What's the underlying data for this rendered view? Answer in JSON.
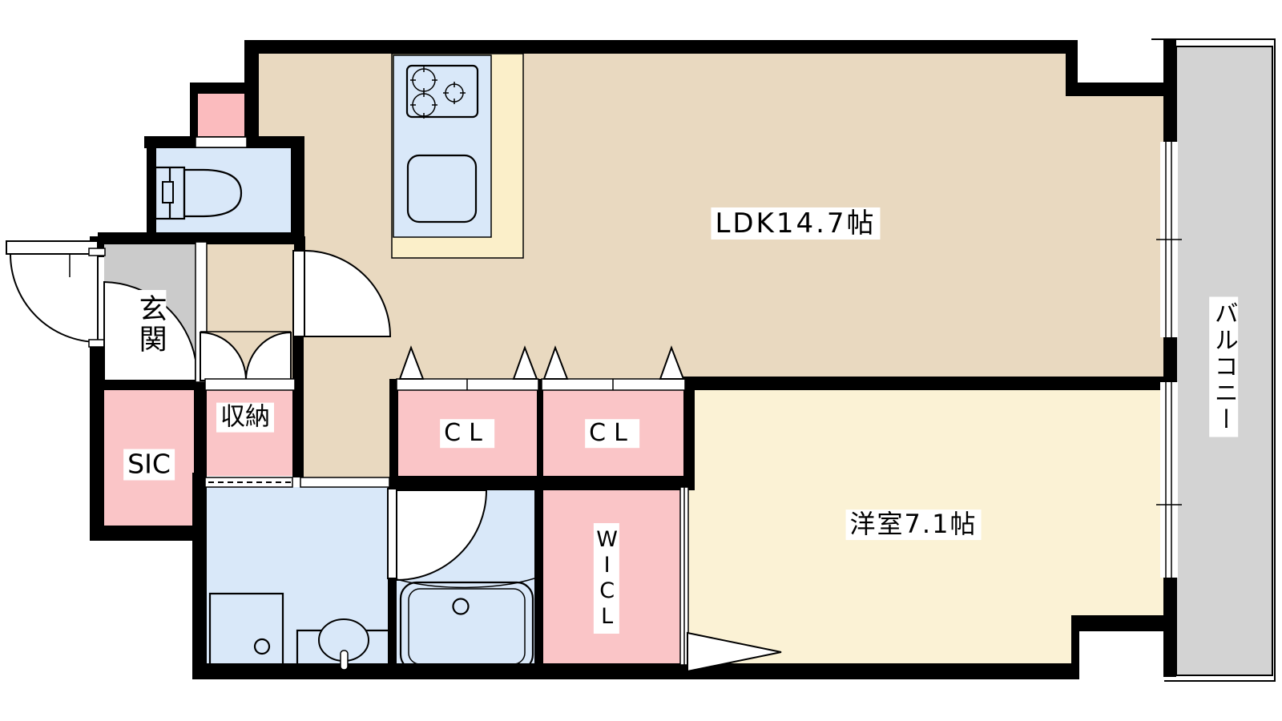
{
  "labels": {
    "ldk": "LDK14.7帖",
    "western_room": "洋室7.1帖",
    "balcony": "バルコニー",
    "entrance": "玄関",
    "sic": "SIC",
    "storage": "収納",
    "closet_left": "CL",
    "closet_right": "CL",
    "walk_in_closet": "WICL"
  },
  "colors": {
    "wall": "#000000",
    "ldk_floor": "#E9D9C0",
    "western_floor": "#FBF2D5",
    "kitchen_counter": "#FBEFC9",
    "closet_pink": "#FAC5C7",
    "ps_pink": "#FBBBBE",
    "wet_area_blue": "#D9E8F9",
    "entrance_gray": "#CBCBCB",
    "balcony_gray": "#D3D3D3",
    "symbol_white": "#FFFFFF"
  },
  "fixtures": {
    "toilet": "toilet-icon",
    "stove": "stove-burners-icon",
    "kitchen_sink": "kitchen-sink-icon",
    "bathtub": "bathtub-icon",
    "washer_pan": "washing-machine-pan-icon",
    "vanity": "vanity-sink-icon"
  }
}
